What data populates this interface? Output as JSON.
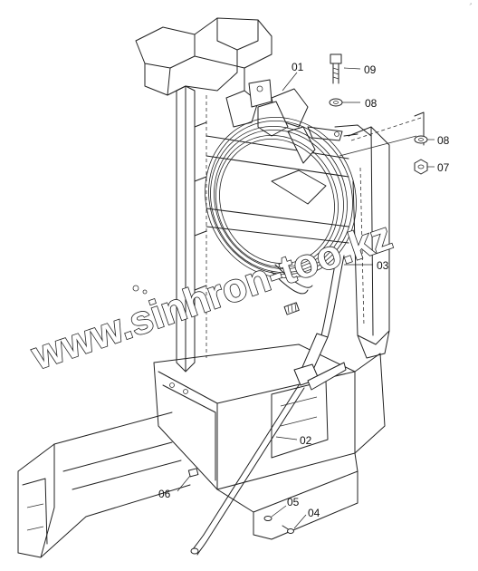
{
  "corner_mark": "↗",
  "watermark": "www.sinhron-too.kz",
  "labels": {
    "p01": "01",
    "p02": "02",
    "p03": "03",
    "p04": "04",
    "p05": "05",
    "p06": "06",
    "p07": "07",
    "p08a": "08",
    "p08b": "08",
    "p09": "09"
  }
}
